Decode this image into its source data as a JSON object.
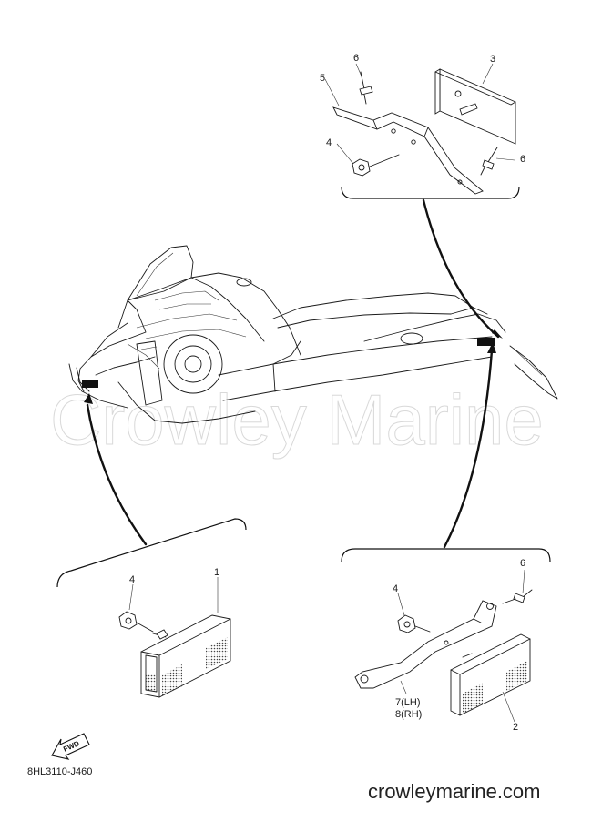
{
  "diagram": {
    "callouts": {
      "c1": "1",
      "c2": "2",
      "c3": "3",
      "c4_top": "4",
      "c4_left": "4",
      "c4_right": "4",
      "c5": "5",
      "c6_top_a": "6",
      "c6_top_b": "6",
      "c6_right": "6",
      "c7": "7(LH)",
      "c8": "8(RH)"
    },
    "fwd_label": "FWD",
    "watermark": "Crowley Marine",
    "footer_code": "8HL3110-J460",
    "site": "crowleymarine.com"
  }
}
